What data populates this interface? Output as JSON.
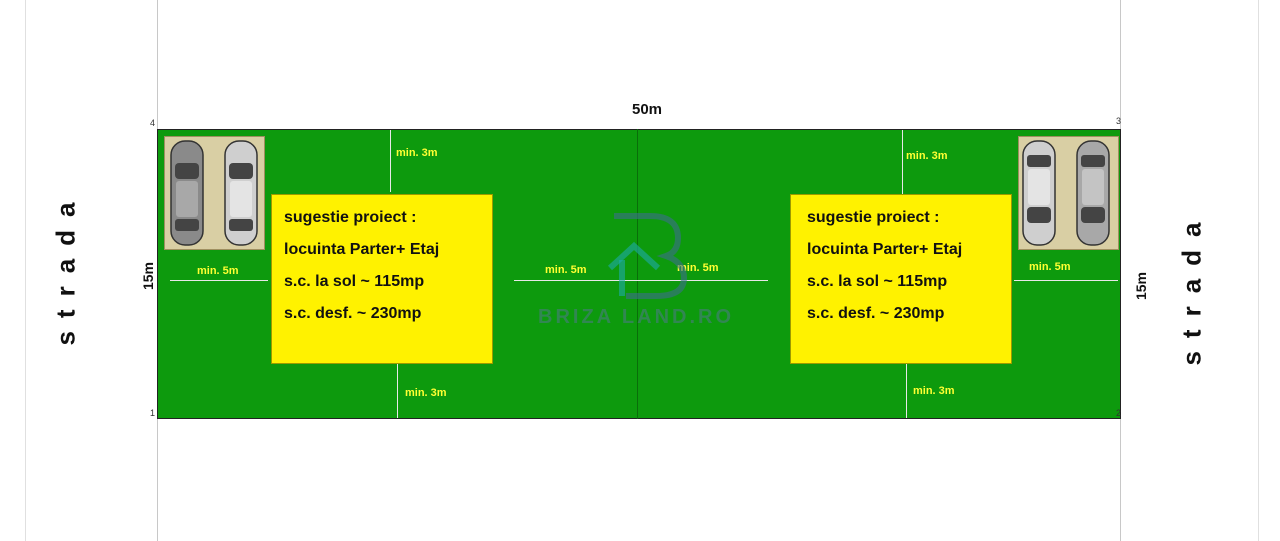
{
  "dimensions": {
    "length": "50m",
    "width_left": "15m",
    "width_right": "15m"
  },
  "street_label": "strada",
  "setbacks": {
    "front": "min. 5m",
    "side": "min. 3m",
    "middle": "min. 5m"
  },
  "lots": [
    {
      "title": "sugestie proiect :",
      "type": "locuinta Parter+ Etaj",
      "ground": "s.c. la sol ~ 115mp",
      "total": "s.c. desf. ~ 230mp"
    },
    {
      "title": "sugestie proiect :",
      "type": "locuinta Parter+ Etaj",
      "ground": "s.c. la sol ~ 115mp",
      "total": "s.c. desf. ~ 230mp"
    }
  ],
  "watermark": "BRIZA LAND.RO",
  "corners": [
    "4",
    "3",
    "1",
    "2"
  ],
  "colors": {
    "lot_green": "#0d9a0d",
    "house_yellow": "#fff200",
    "label_yellow": "#ffff33"
  }
}
